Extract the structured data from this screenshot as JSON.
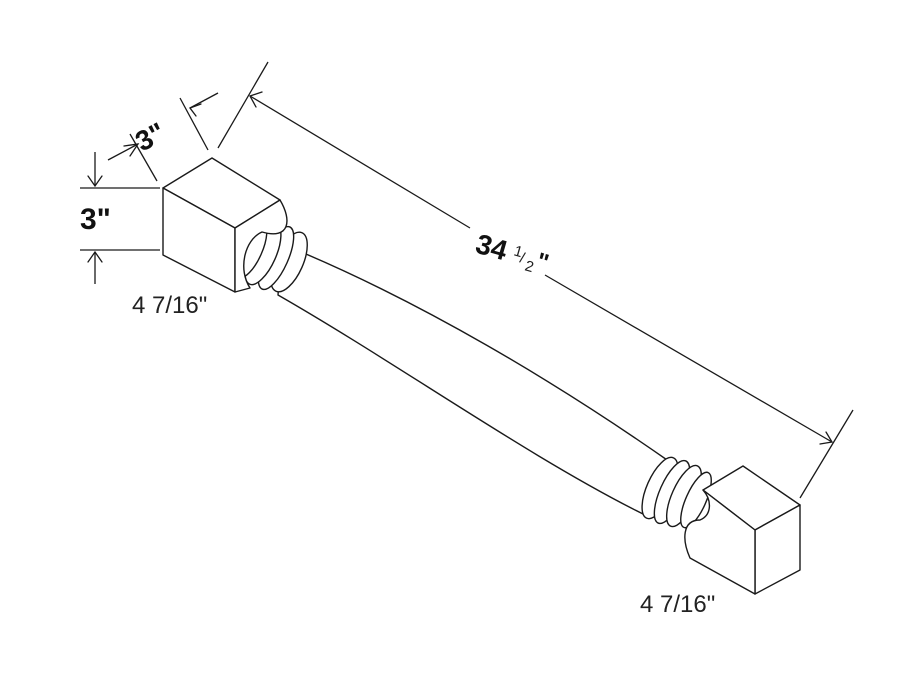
{
  "dimensions": {
    "length_whole": "34",
    "length_fraction_num": "1",
    "length_fraction_den": "2",
    "length_quote": "\"",
    "block_width": "3\"",
    "block_height": "3\"",
    "left_diagonal": "4 7/16\"",
    "right_diagonal": "4 7/16\""
  }
}
